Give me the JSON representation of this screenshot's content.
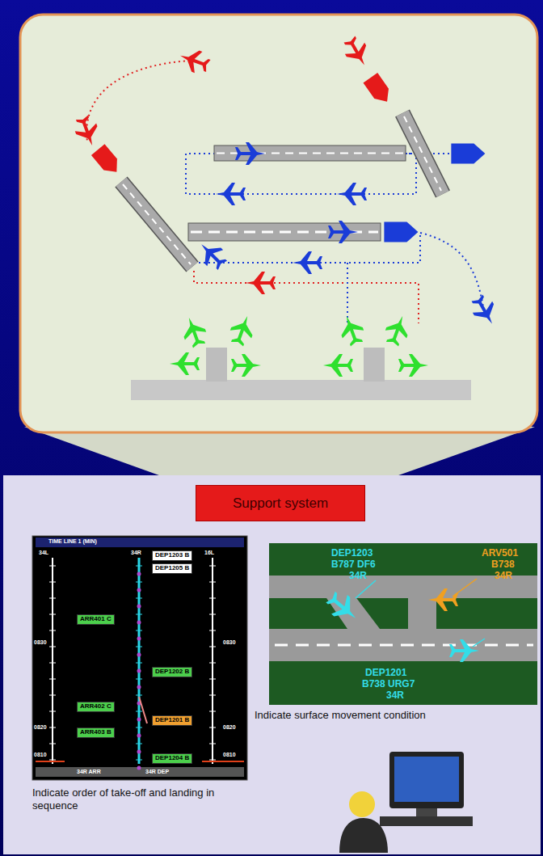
{
  "diagram": {
    "nodes": [
      {
        "text": [
          "Support system"
        ]
      },
      {
        "text": [
          "Indicate order of take-off and landing in sequence"
        ]
      },
      {
        "text": [
          "Indicate surface movement condition"
        ]
      },
      {
        "text": [
          "DEP1203 B"
        ],
        "in": 1
      },
      {
        "text": [
          "DEP1205 B"
        ],
        "in": 1
      },
      {
        "text": [
          "ARR401 C"
        ],
        "in": 1
      },
      {
        "text": [
          "DEP1202 B"
        ],
        "in": 1
      },
      {
        "text": [
          "ARR402 C"
        ],
        "in": 1
      },
      {
        "text": [
          "DEP1201 B"
        ],
        "in": 1
      },
      {
        "text": [
          "ARR403 B"
        ],
        "in": 1
      },
      {
        "text": [
          "DEP1204 B"
        ],
        "in": 1
      }
    ],
    "labels": [
      "TIME LINE 1 (MIN)",
      "34L",
      "34R",
      "16L",
      "0830",
      "0830",
      "0820",
      "0820",
      "0810",
      "0810",
      "34R ARR",
      "34R DEP",
      "DEP1203",
      "B787 DF6",
      "34R",
      "ARV501",
      "B738",
      "34R",
      "DEP1201",
      "B738 URG7",
      "34R"
    ]
  }
}
